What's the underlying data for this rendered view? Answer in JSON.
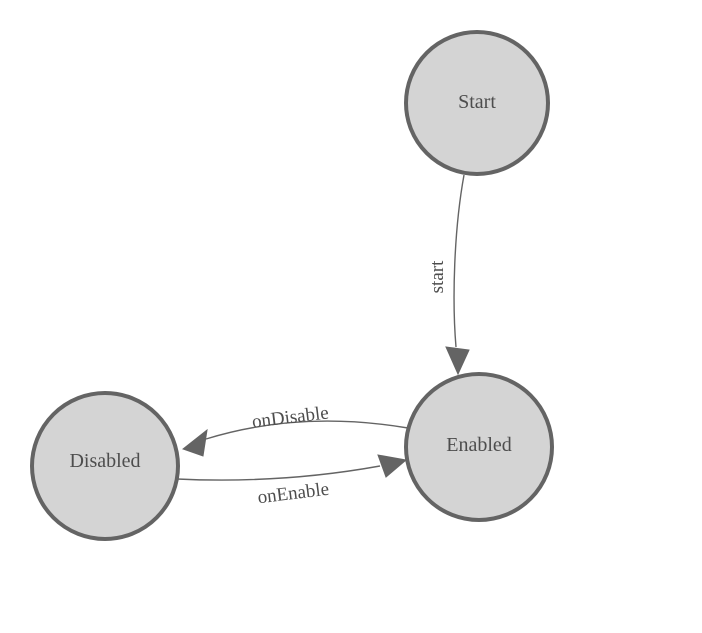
{
  "diagram": {
    "kind": "state-machine",
    "nodes": [
      {
        "id": "start",
        "label": "Start"
      },
      {
        "id": "enabled",
        "label": "Enabled"
      },
      {
        "id": "disabled",
        "label": "Disabled"
      }
    ],
    "edges": [
      {
        "from": "Start",
        "to": "Enabled",
        "label": "start"
      },
      {
        "from": "Enabled",
        "to": "Disabled",
        "label": "onDisable"
      },
      {
        "from": "Disabled",
        "to": "Enabled",
        "label": "onEnable"
      }
    ],
    "colors": {
      "node_fill": "#d4d4d4",
      "node_stroke": "#646464",
      "edge_stroke": "#646464",
      "label_text": "#4d4d4d",
      "background": "#ffffff"
    }
  }
}
